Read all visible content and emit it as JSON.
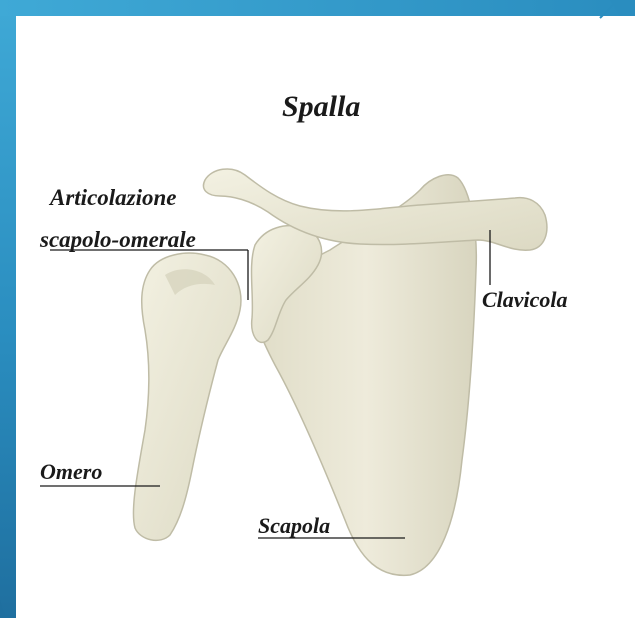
{
  "title": "Spalla",
  "labels": {
    "articolazione_line1": "Articolazione",
    "articolazione_line2": "scapolo-omerale",
    "clavicola": "Clavicola",
    "omero": "Omero",
    "scapola": "Scapola"
  },
  "colors": {
    "frame": "#2a8dbf",
    "bone_fill": "#ece9d7",
    "bone_shadow": "#c9c6b1",
    "text": "#1a1a1a"
  }
}
